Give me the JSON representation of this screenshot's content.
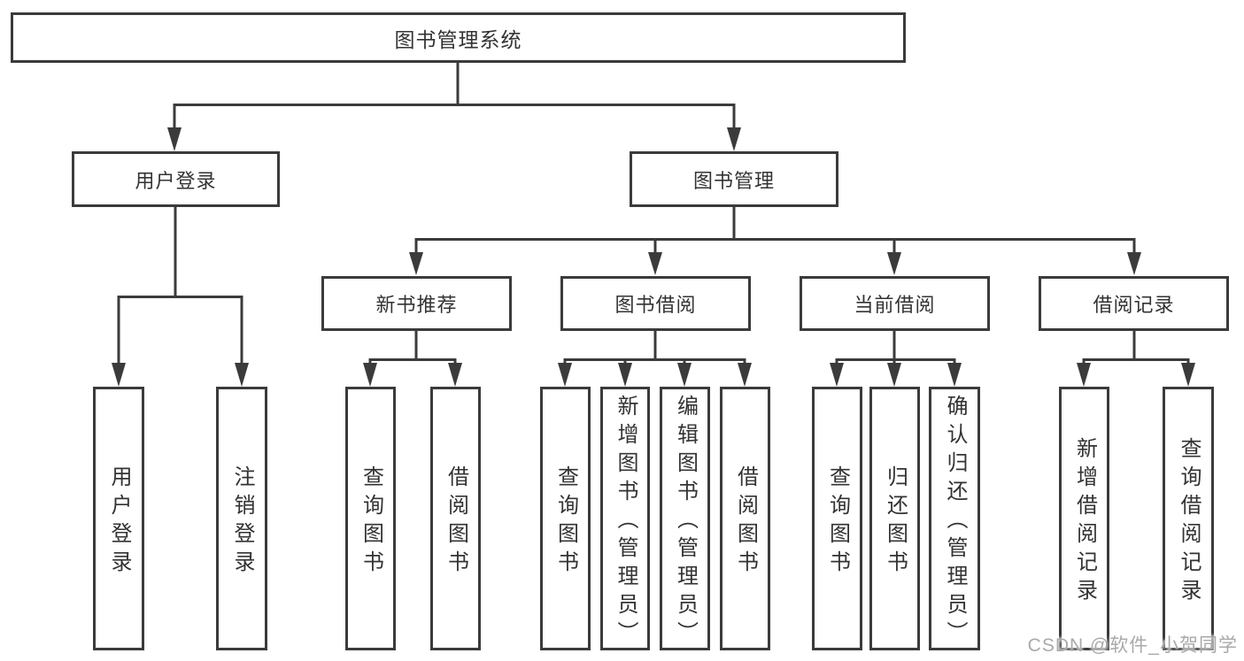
{
  "colors": {
    "line": "#3b3b3b",
    "text": "#333333",
    "watermark": "#a9a9a9",
    "node-bg": "#ffffff"
  },
  "tree": {
    "label": "图书管理系统",
    "children": [
      {
        "label": "用户登录",
        "children": [
          {
            "label": "用户登录"
          },
          {
            "label": "注销登录"
          }
        ]
      },
      {
        "label": "图书管理",
        "children": [
          {
            "label": "新书推荐",
            "children": [
              {
                "label": "查询图书"
              },
              {
                "label": "借阅图书"
              }
            ]
          },
          {
            "label": "图书借阅",
            "children": [
              {
                "label": "查询图书"
              },
              {
                "label": "新增图书（管理员）"
              },
              {
                "label": "编辑图书（管理员）"
              },
              {
                "label": "借阅图书"
              }
            ]
          },
          {
            "label": "当前借阅",
            "children": [
              {
                "label": "查询图书"
              },
              {
                "label": "归还图书"
              },
              {
                "label": "确认归还（管理员）"
              }
            ]
          },
          {
            "label": "借阅记录",
            "children": [
              {
                "label": "新增借阅记录"
              },
              {
                "label": "查询借阅记录"
              }
            ]
          }
        ]
      }
    ]
  },
  "watermark": "CSDN @软件_小贺同学"
}
